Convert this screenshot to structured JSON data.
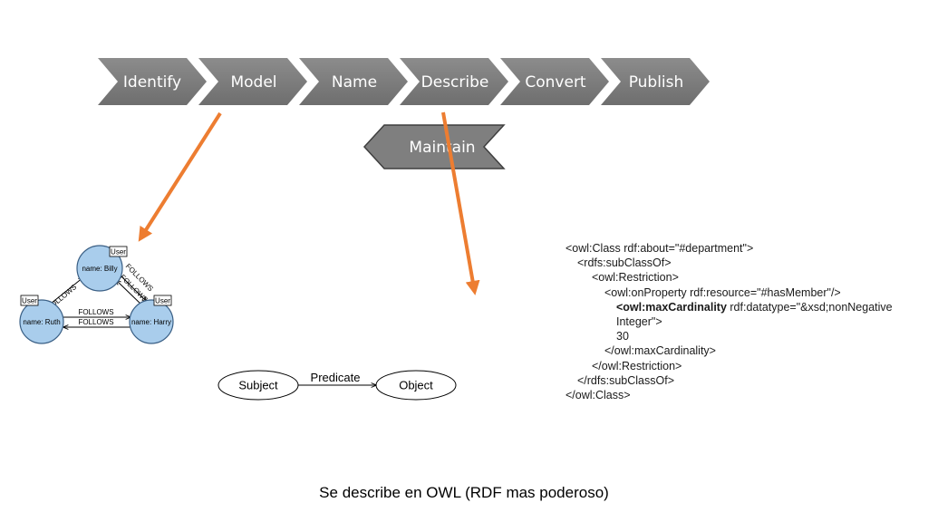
{
  "process_steps": [
    "Identify",
    "Model",
    "Name",
    "Describe",
    "Convert",
    "Publish"
  ],
  "maintain_label": "Maintain",
  "graph": {
    "nodes": [
      {
        "id": "billy",
        "name": "name: Billy",
        "tag": "User"
      },
      {
        "id": "ruth",
        "name": "name: Ruth",
        "tag": "User"
      },
      {
        "id": "harry",
        "name": "name: Harry",
        "tag": "User"
      }
    ],
    "edge_label": "FOLLOWS"
  },
  "rdf": {
    "subject": "Subject",
    "predicate": "Predicate",
    "object": "Object"
  },
  "owl_lines": [
    {
      "text": "<owl:Class rdf:about=\"#department\">",
      "indent": 0
    },
    {
      "text": "<rdfs:subClassOf>",
      "indent": 1
    },
    {
      "text": "<owl:Restriction>",
      "indent": 2
    },
    {
      "text": "<owl:onProperty rdf:resource=\"#hasMember\"/>",
      "indent": 3
    },
    {
      "bold": "<owl:maxCardinality",
      "text": " rdf:datatype=\"&xsd;nonNegative",
      "indent": 4
    },
    {
      "text": "Integer\">",
      "indent": 4
    },
    {
      "text": "30",
      "indent": 4
    },
    {
      "text": "</owl:maxCardinality>",
      "indent": 3
    },
    {
      "text": "</owl:Restriction>",
      "indent": 2
    },
    {
      "text": "</rdfs:subClassOf>",
      "indent": 1
    },
    {
      "text": "</owl:Class>",
      "indent": 0
    }
  ],
  "caption": "Se describe en OWL (RDF mas poderoso)",
  "colors": {
    "chevron": "#7f7f7f",
    "chevron_dark": "#595959",
    "arrow": "#ed7d31",
    "node_fill": "#a9cdec",
    "node_stroke": "#3a5f85"
  }
}
